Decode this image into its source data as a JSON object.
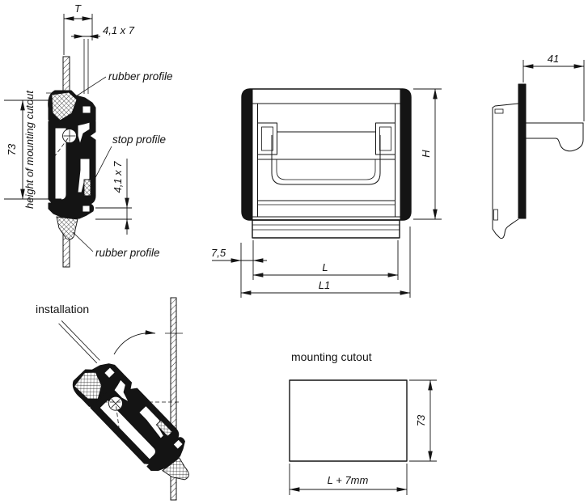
{
  "page": {
    "background": "#ffffff",
    "ink": "#141414"
  },
  "views": {
    "section": {
      "dim_T": "T",
      "dim_slot_top": "4,1 x 7",
      "label_rubber_top": "rubber profile",
      "label_stop": "stop profile",
      "dim_slot_side": "4,1 x 7",
      "dim_height": "73",
      "dim_height_caption": "height of mounting cutout",
      "label_rubber_bottom": "rubber profile"
    },
    "front": {
      "dim_height": "H",
      "dim_offset": "7,5",
      "dim_length": "L",
      "dim_length_overall": "L1"
    },
    "side": {
      "dim_depth": "41"
    },
    "installation": {
      "title": "installation"
    },
    "cutout": {
      "title": "mounting cutout",
      "dim_height": "73",
      "dim_width": "L + 7mm"
    }
  }
}
